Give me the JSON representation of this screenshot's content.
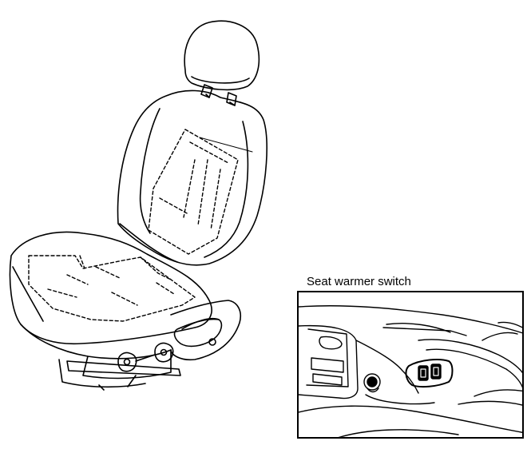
{
  "inset": {
    "caption": "Seat warmer switch"
  },
  "colors": {
    "ink": "#000000",
    "background": "#ffffff"
  },
  "icons": {
    "seat": "car-seat-illustration",
    "heater": "heater-element-outline",
    "switch": "seat-warmer-switch-icon",
    "recliner": "recliner-lever-icon",
    "knob": "height-adjust-knob-icon"
  }
}
